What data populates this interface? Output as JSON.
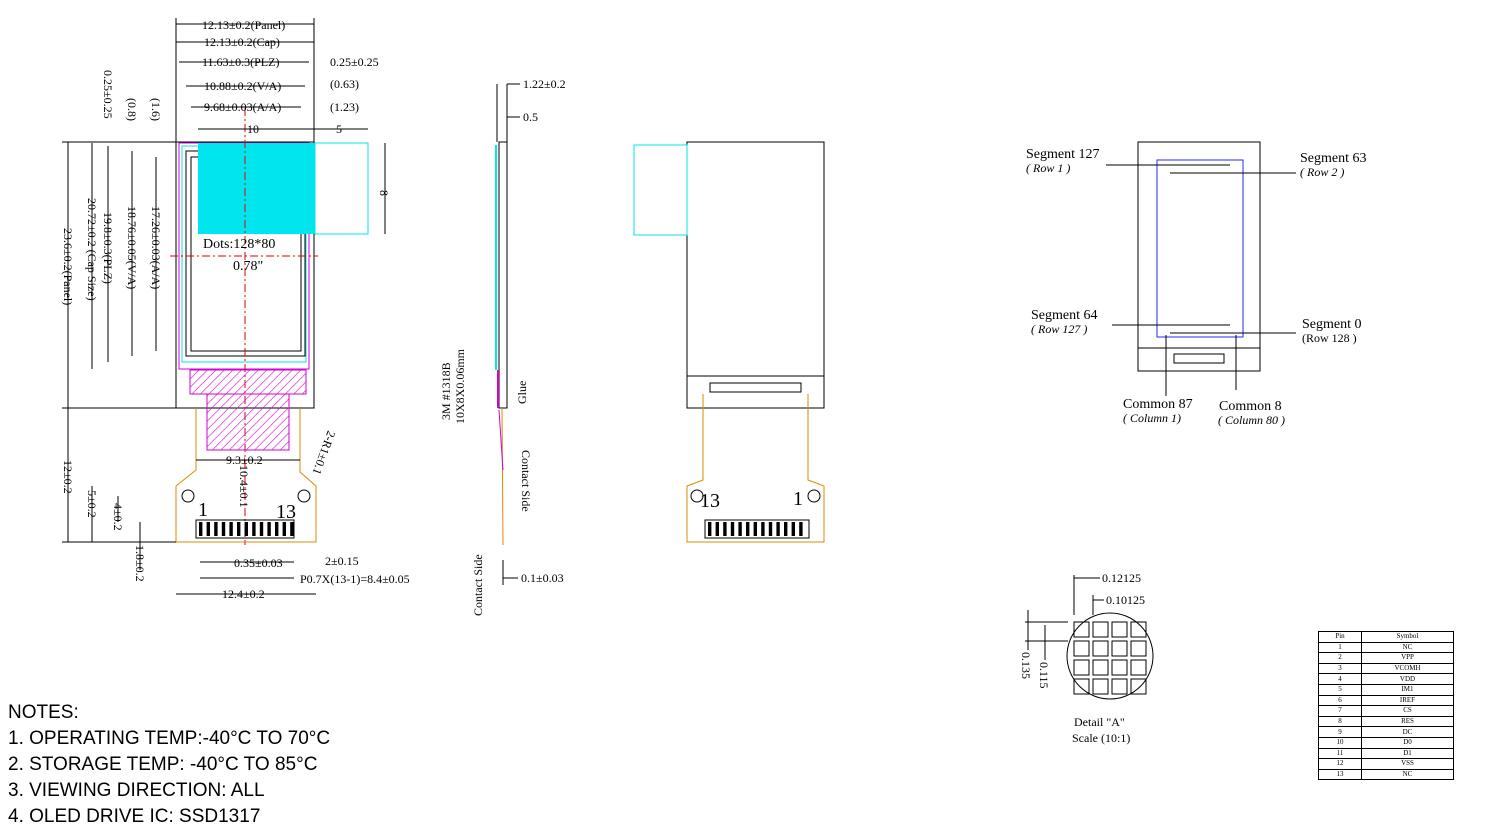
{
  "front_view": {
    "dims_top": [
      "12.13±0.2(Panel)",
      "12.13±0.2(Cap)",
      "11.63±0.3(PLZ)",
      "10.88±0.2(V/A)",
      "9.68±0.03(A/A)"
    ],
    "dims_right_top": [
      "0.25±0.25",
      "(0.63)",
      "(1.23)"
    ],
    "dim_10": "10",
    "dim_5": "5",
    "dim_8": "8",
    "dims_vertical_left": [
      "0.25±0.25",
      "(0.8)",
      "(1.6)"
    ],
    "dims_height": [
      "23.6±0.2(Panel)",
      "20.72±0.2 (Cap Size)",
      "19.8±0.3(PLZ)",
      "18.76±0.05(V/A)",
      "17.26±0.03(A/A)"
    ],
    "dots_label": "Dots:128*80",
    "size_label": "0.78\"",
    "dim_12": "12±0.2",
    "dim_5b": "5±0.2",
    "dim_4": "4±0.2",
    "dim_18": "1.8±0.2",
    "dim_93": "9.3±0.2",
    "dim_104": "10.4±0.1",
    "dim_r": "2-R1±0.1",
    "pin_1": "1",
    "pin_13": "13",
    "dim_035": "0.35±0.03",
    "dim_2": "2±0.15",
    "dim_pitch": "P0.7X(13-1)=8.4±0.05",
    "dim_124": "12.4±0.2"
  },
  "side_view": {
    "dim_122": "1.22±0.2",
    "dim_05": "0.5",
    "tape": "3M #1318B",
    "tape_size": "10X8X0.06mm",
    "glue": "Glue",
    "contact_side_1": "Contact Side",
    "contact_side_2": "Contact Side",
    "dim_01": "0.1±0.03"
  },
  "back_view": {
    "pin_13": "13",
    "pin_1": "1"
  },
  "mapping": {
    "seg127": "Segment 127",
    "row1": "( Row 1 )",
    "seg63": "Segment 63",
    "row2": "( Row 2 )",
    "seg64": "Segment 64",
    "row127": "( Row 127 )",
    "seg0": "Segment 0",
    "row128": "(Row 128 )",
    "com87": "Common 87",
    "col1": "( Column 1)",
    "com8": "Common 8",
    "col80": "( Column 80 )"
  },
  "detail": {
    "d1": "0.12125",
    "d2": "0.10125",
    "d3": "0.135",
    "d4": "0.115",
    "title": "Detail \"A\"",
    "scale": "Scale (10:1)"
  },
  "notes": {
    "title": "NOTES:",
    "items": [
      "1. OPERATING TEMP:-40°C TO 70°C",
      "2. STORAGE TEMP: -40°C TO 85°C",
      "3. VIEWING DIRECTION: ALL",
      "4. OLED DRIVE IC: SSD1317"
    ]
  },
  "pin_table": {
    "header_pin": "Pin",
    "header_symbol": "Symbol",
    "rows": [
      [
        "1",
        "NC"
      ],
      [
        "2",
        "VPP"
      ],
      [
        "3",
        "VCOMH"
      ],
      [
        "4",
        "VDD"
      ],
      [
        "5",
        "IM1"
      ],
      [
        "6",
        "IREF"
      ],
      [
        "7",
        "CS"
      ],
      [
        "8",
        "RES"
      ],
      [
        "9",
        "DC"
      ],
      [
        "10",
        "D0"
      ],
      [
        "11",
        "D1"
      ],
      [
        "12",
        "VSS"
      ],
      [
        "13",
        "NC"
      ]
    ]
  },
  "colors": {
    "cyan": "#00e5ee",
    "magenta": "#d400d4",
    "red": "#e00000",
    "orange": "#e08a00",
    "blue": "#2a2aff"
  }
}
